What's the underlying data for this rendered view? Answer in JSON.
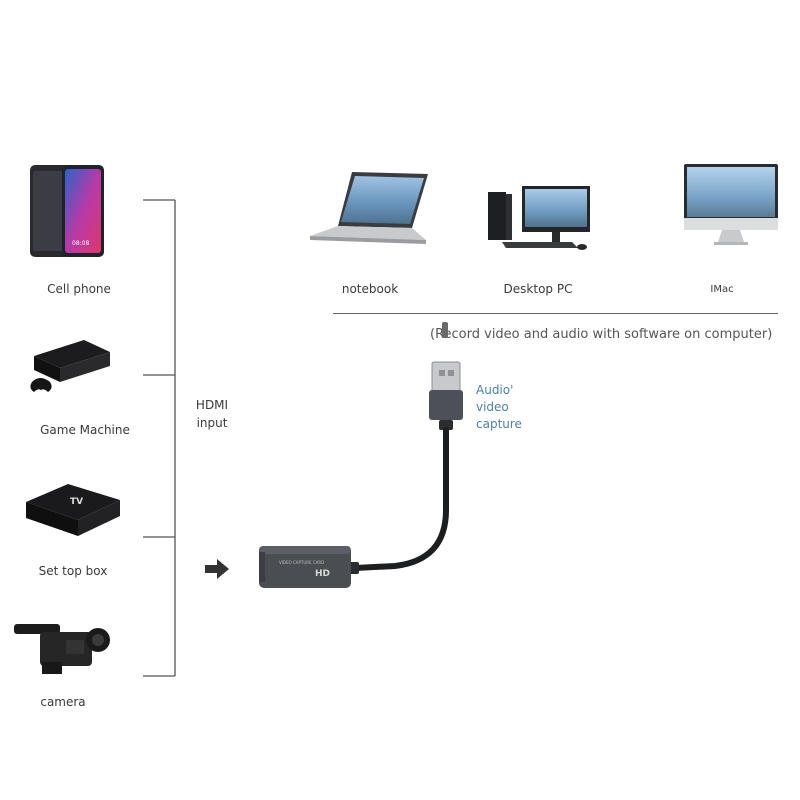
{
  "sources": [
    {
      "label": "Cell phone",
      "icon": "cell-phone-icon"
    },
    {
      "label": "Game Machine",
      "icon": "game-console-icon"
    },
    {
      "label": "Set top box",
      "icon": "set-top-box-icon"
    },
    {
      "label": "camera",
      "icon": "camcorder-icon"
    }
  ],
  "hdmi_input": {
    "line1": "HDMI",
    "line2": "input"
  },
  "computers": [
    {
      "label": "notebook",
      "icon": "laptop-icon"
    },
    {
      "label": "Desktop PC",
      "icon": "desktop-pc-icon"
    },
    {
      "label": "IMac",
      "icon": "imac-icon"
    }
  ],
  "record_note": "(Record video and audio with software on computer)",
  "capture": {
    "line1": "Audio'",
    "line2": "video",
    "line3": "capture"
  },
  "device_text": {
    "brand": "HD",
    "small": "VIDEO CAPTURE CARD"
  },
  "colors": {
    "accent_text": "#4f7fa6",
    "device_body": "#4a4e53",
    "bracket": "#555555"
  }
}
